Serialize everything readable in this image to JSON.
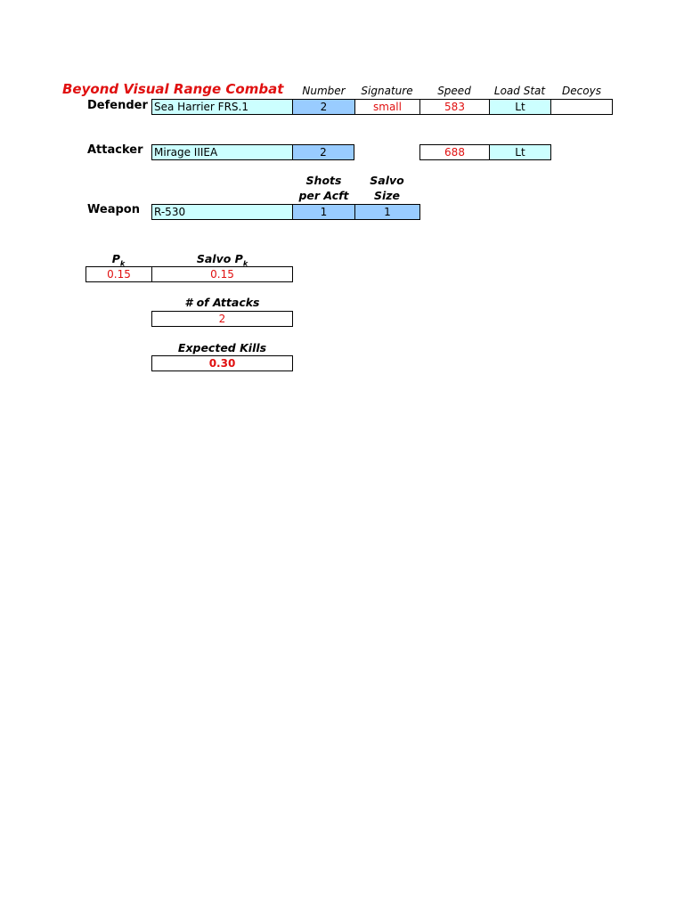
{
  "title": "Beyond Visual Range Combat",
  "headers": {
    "number": "Number",
    "signature": "Signature",
    "speed": "Speed",
    "load_stat": "Load Stat",
    "decoys": "Decoys",
    "shots_line1": "Shots",
    "shots_line2": "per Acft",
    "salvo_line1": "Salvo",
    "salvo_line2": "Size"
  },
  "defender": {
    "label": "Defender",
    "aircraft": "Sea Harrier FRS.1",
    "number": "2",
    "signature": "small",
    "speed": "583",
    "load_stat": "Lt",
    "decoys": ""
  },
  "attacker": {
    "label": "Attacker",
    "aircraft": "Mirage IIIEA",
    "number": "2",
    "speed": "688",
    "load_stat": "Lt"
  },
  "weapon": {
    "label": "Weapon",
    "name": "R-530",
    "shots_per_acft": "1",
    "salvo_size": "1"
  },
  "results": {
    "pk_label": "P",
    "pk_sub": "k",
    "pk_value": "0.15",
    "salvo_pk_label": "Salvo P",
    "salvo_pk_sub": "k",
    "salvo_pk_value": "0.15",
    "attacks_label": "# of Attacks",
    "attacks_value": "2",
    "expected_kills_label": "Expected Kills",
    "expected_kills_value": "0.30"
  }
}
